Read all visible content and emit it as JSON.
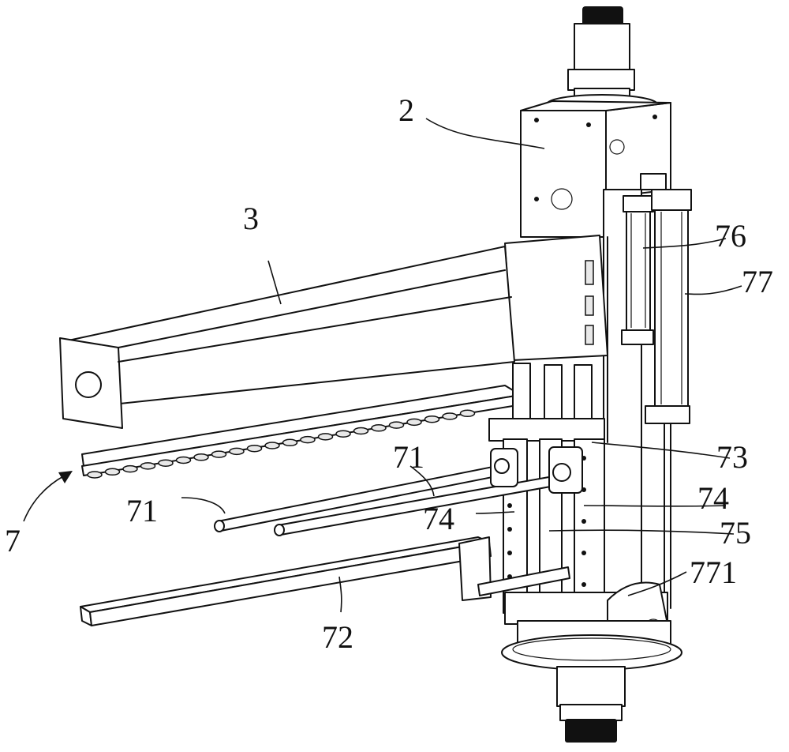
{
  "labels": {
    "l2": "2",
    "l3": "3",
    "l7": "7",
    "l71a": "71",
    "l71b": "71",
    "l72": "72",
    "l73": "73",
    "l74a": "74",
    "l74b": "74",
    "l75": "75",
    "l76": "76",
    "l77": "77",
    "l771": "771"
  }
}
